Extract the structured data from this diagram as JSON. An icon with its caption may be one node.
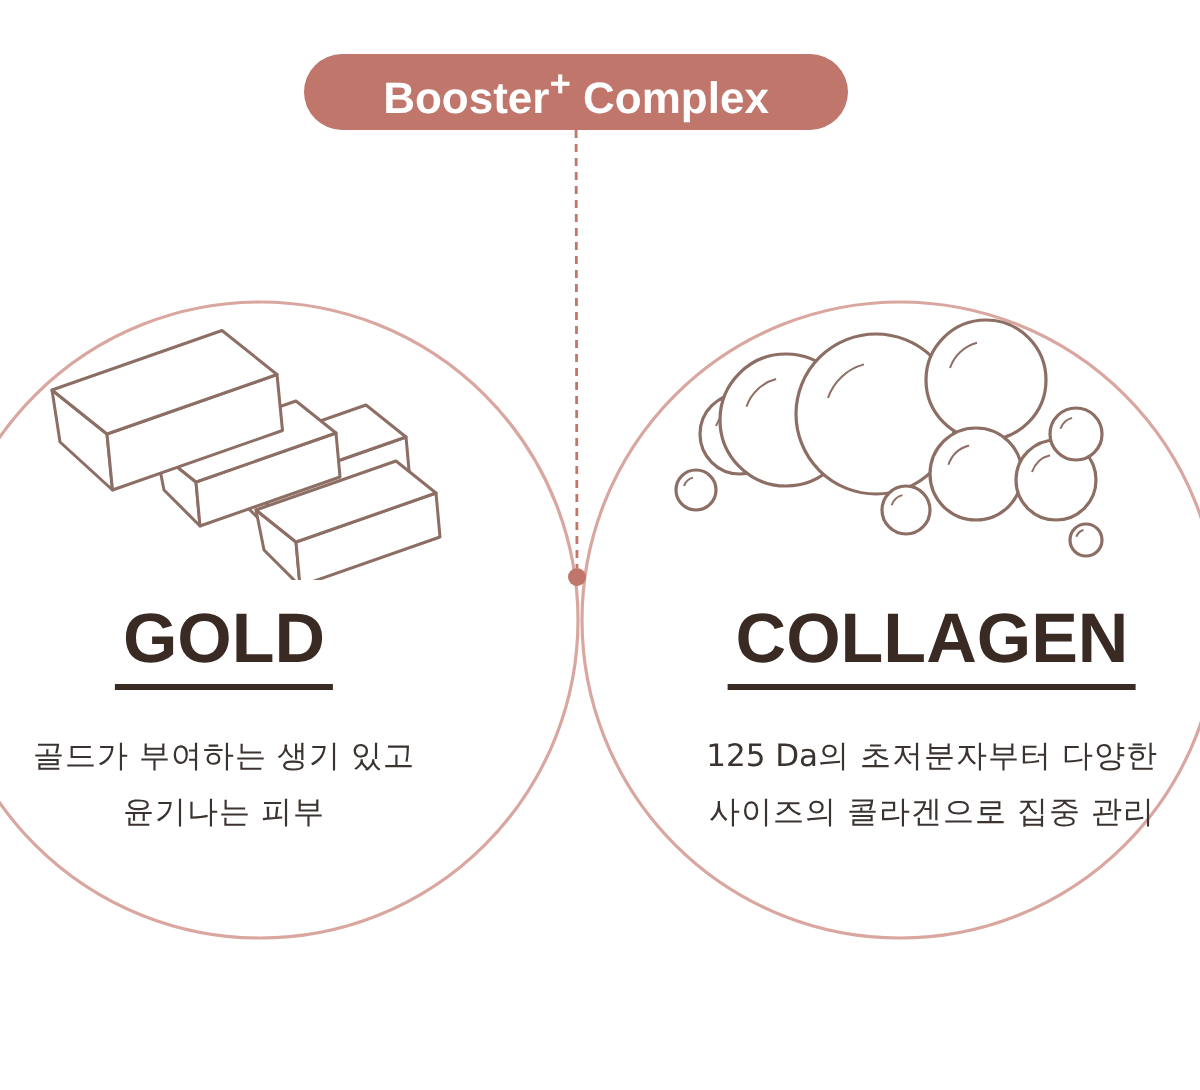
{
  "diagram": {
    "nodes": [
      {
        "text": [
          "Booster$^{+}$ Complex"
        ]
      },
      {
        "text": [
          "GOLD",
          "골드가 부여하는 생기 있고 윤기나는 피부"
        ]
      },
      {
        "text": [
          "COLLAGEN",
          "125 Da의 초저분자부터 다양한 사이즈의 콜라겐으로 집중 관리"
        ]
      },
      {
        "text": [],
        "shape": "circle"
      }
    ],
    "edges": [
      {
        "from": 0,
        "to": 3,
        "arrow": "none",
        "style": "dashed"
      }
    ]
  }
}
